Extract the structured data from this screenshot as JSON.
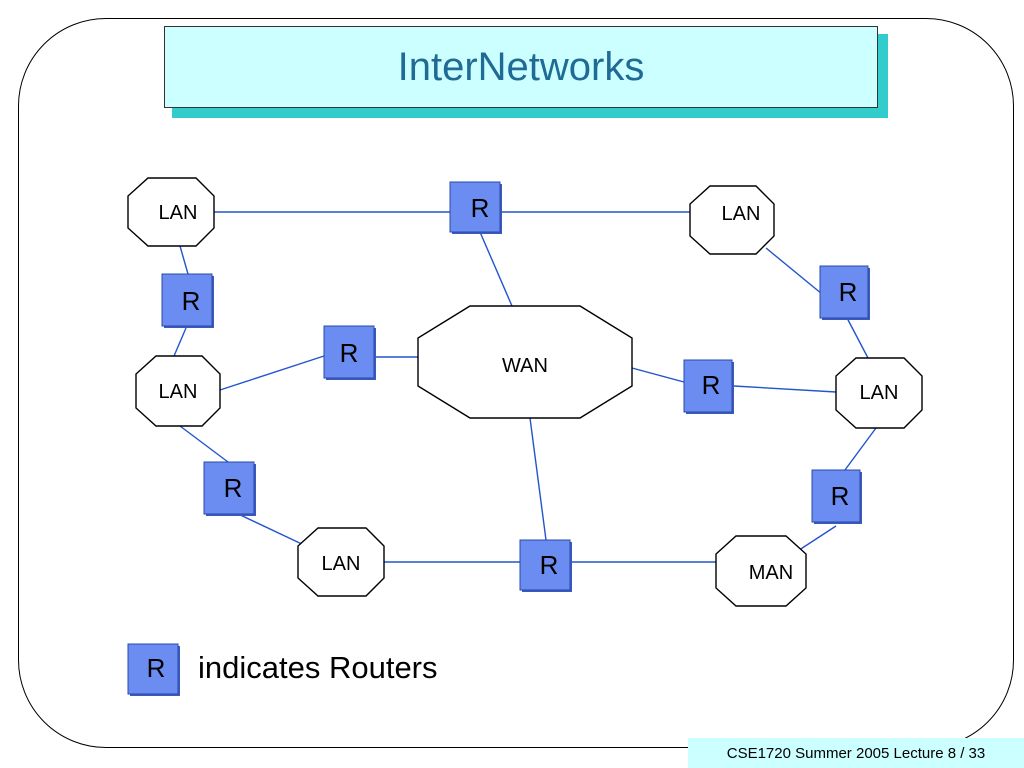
{
  "slide": {
    "title": "InterNetworks",
    "legend_text": "indicates Routers",
    "footer": "CSE1720 Summer 2005 Lecture 8  / 33"
  },
  "colors": {
    "title_bg": "#ccffff",
    "title_shadow": "#33cccc",
    "title_text": "#1f6b96",
    "router_fill": "#6b8cf0",
    "link_line": "#2255cc",
    "footer_bg": "#ccffff"
  },
  "diagram": {
    "nodes": [
      {
        "id": "lan1",
        "label": "LAN"
      },
      {
        "id": "lan2",
        "label": "LAN"
      },
      {
        "id": "lan3",
        "label": "LAN"
      },
      {
        "id": "lan4",
        "label": "LAN"
      },
      {
        "id": "lan5",
        "label": "LAN"
      },
      {
        "id": "wan",
        "label": "WAN"
      },
      {
        "id": "man",
        "label": "MAN"
      }
    ],
    "routers": [
      {
        "id": "r1",
        "label": "R"
      },
      {
        "id": "r2",
        "label": "R"
      },
      {
        "id": "r3",
        "label": "R"
      },
      {
        "id": "r4",
        "label": "R"
      },
      {
        "id": "r5",
        "label": "R"
      },
      {
        "id": "r6",
        "label": "R"
      },
      {
        "id": "r7",
        "label": "R"
      },
      {
        "id": "r8",
        "label": "R"
      }
    ],
    "legend_router_label": "R"
  }
}
